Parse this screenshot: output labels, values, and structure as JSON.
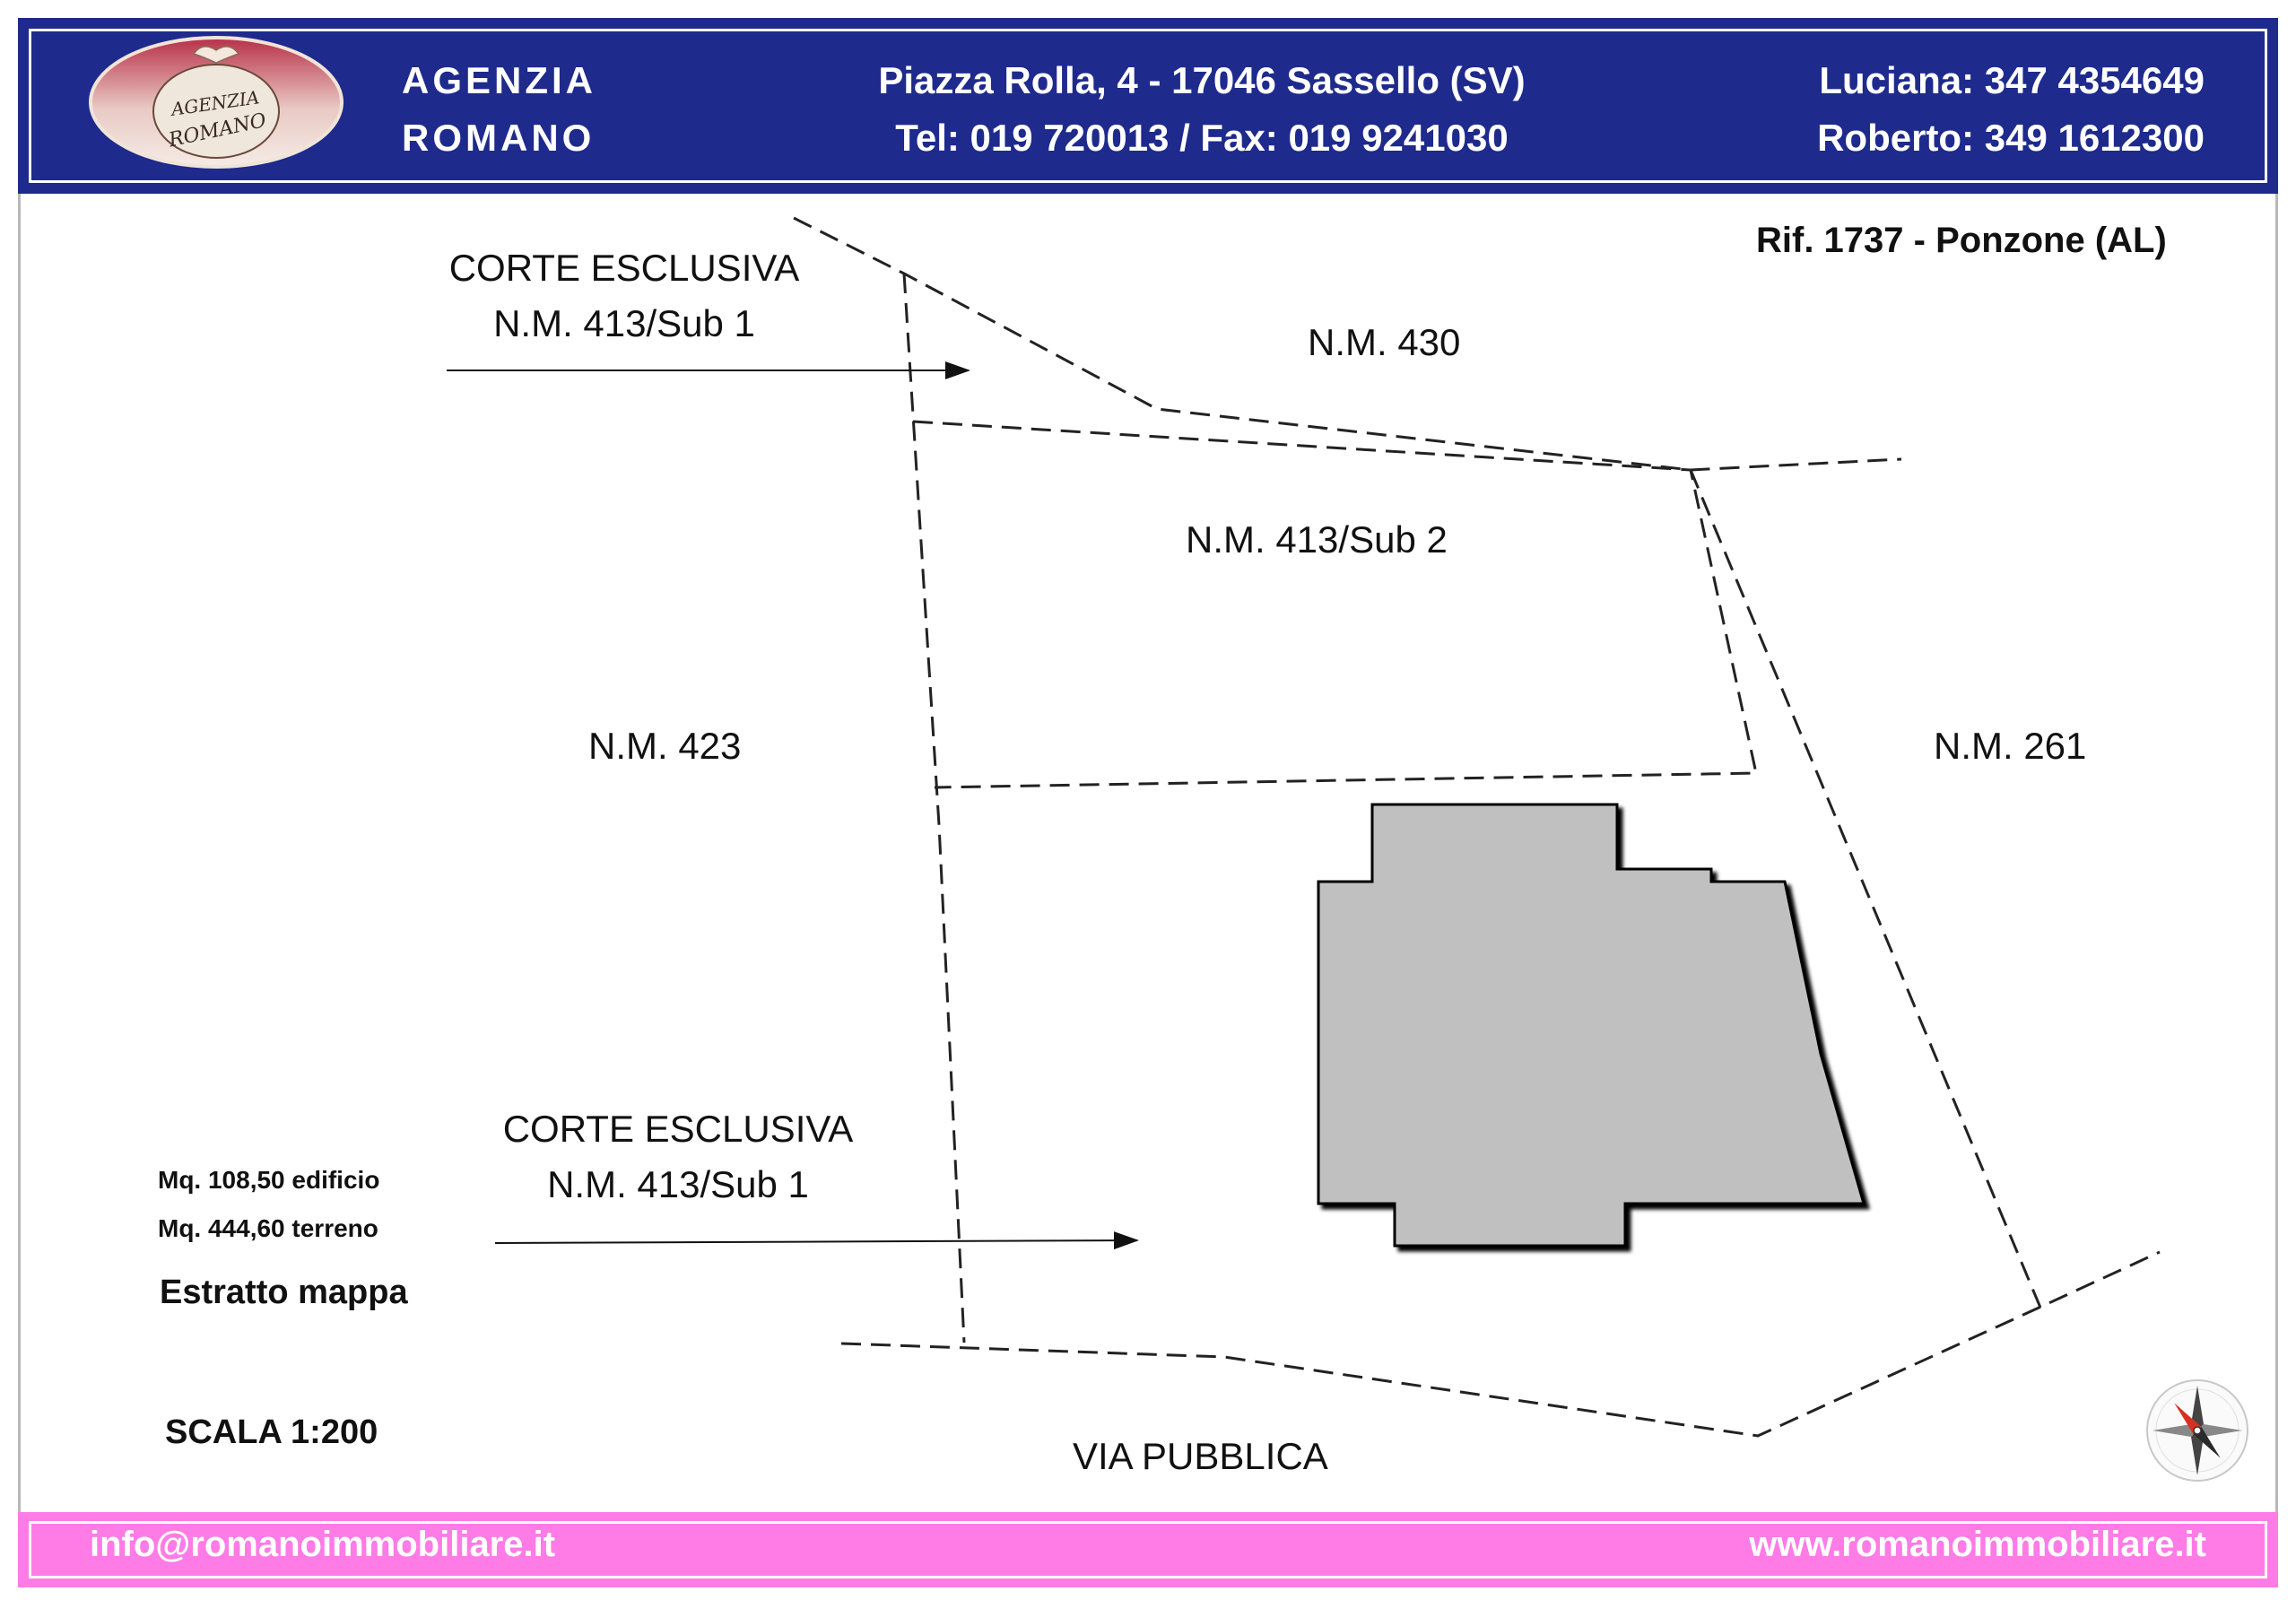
{
  "header": {
    "agency_line1": "AGENZIA",
    "agency_line2": "ROMANO",
    "address": "Piazza Rolla, 4 - 17046 Sassello (SV)",
    "phones": "Tel: 019 720013 / Fax: 019 9241030",
    "contact1": "Luciana: 347 4354649",
    "contact2": "Roberto: 349 1612300",
    "logo_text_1": "AGENZIA",
    "logo_text_2": "ROMANO",
    "colors": {
      "header_bg": "#1e2a8c",
      "footer_bg": "#ff7be6"
    }
  },
  "map": {
    "reference": "Rif. 1737 - Ponzone (AL)",
    "corte_top_line1": "CORTE ESCLUSIVA",
    "corte_top_line2": "N.M. 413/Sub 1",
    "parcel_430": "N.M. 430",
    "parcel_413_sub2": "N.M. 413/Sub 2",
    "parcel_423": "N.M. 423",
    "parcel_261": "N.M. 261",
    "corte_bottom_line1": "CORTE ESCLUSIVA",
    "corte_bottom_line2": "N.M. 413/Sub 1",
    "area_building": "Mq. 108,50 edificio",
    "area_land": "Mq. 444,60 terreno",
    "extract_label": "Estratto mappa",
    "scale": "SCALA 1:200",
    "road": "VIA PUBBLICA",
    "compass_icon": "compass-rose-icon",
    "building_color": "#c0c0c0"
  },
  "footer": {
    "email": "info@romanoimmobiliare.it",
    "website": "www.romanoimmobiliare.it"
  }
}
